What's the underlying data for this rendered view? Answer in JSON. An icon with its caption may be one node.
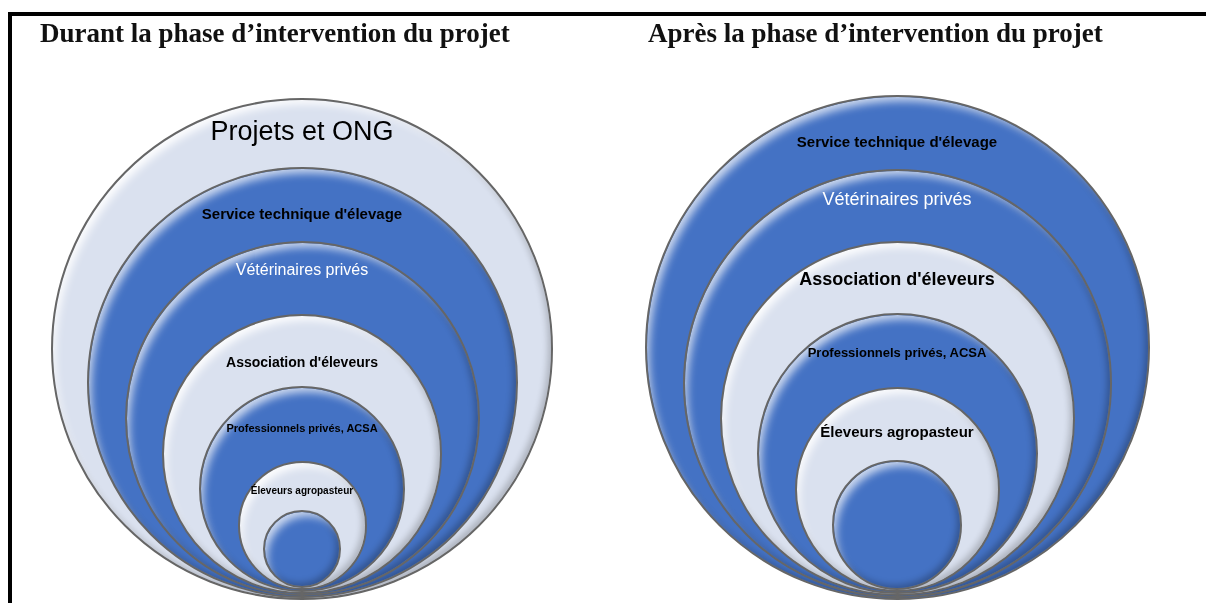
{
  "diagram": {
    "nodes": [
      {
        "text": [
          "Projets et ONG"
        ]
      },
      {
        "text": [
          "Service technique d'élevage"
        ],
        "in": 0
      },
      {
        "text": [
          "Vétérinaires privés"
        ],
        "in": 1
      },
      {
        "text": [
          "Association d'éleveurs"
        ],
        "in": 2
      },
      {
        "text": [
          "Professionnels privés, ACSA"
        ],
        "in": 3
      },
      {
        "text": [
          "Éleveurs agropasteur"
        ],
        "in": 4
      },
      {
        "text": [],
        "shape": "circle",
        "in": 5
      },
      {
        "text": [
          "Service technique d'élevage"
        ]
      },
      {
        "text": [
          "Vétérinaires privés"
        ],
        "in": 7
      },
      {
        "text": [
          "Association d'éleveurs"
        ],
        "in": 8
      },
      {
        "text": [
          "Professionnels privés, ACSA"
        ],
        "in": 9
      },
      {
        "text": [
          "Éleveurs agropasteur"
        ],
        "in": 10
      },
      {
        "text": [],
        "shape": "circle",
        "in": 11
      }
    ],
    "labels": [
      "Durant la phase d’intervention du projet",
      "Après la phase d’intervention du projet"
    ]
  }
}
